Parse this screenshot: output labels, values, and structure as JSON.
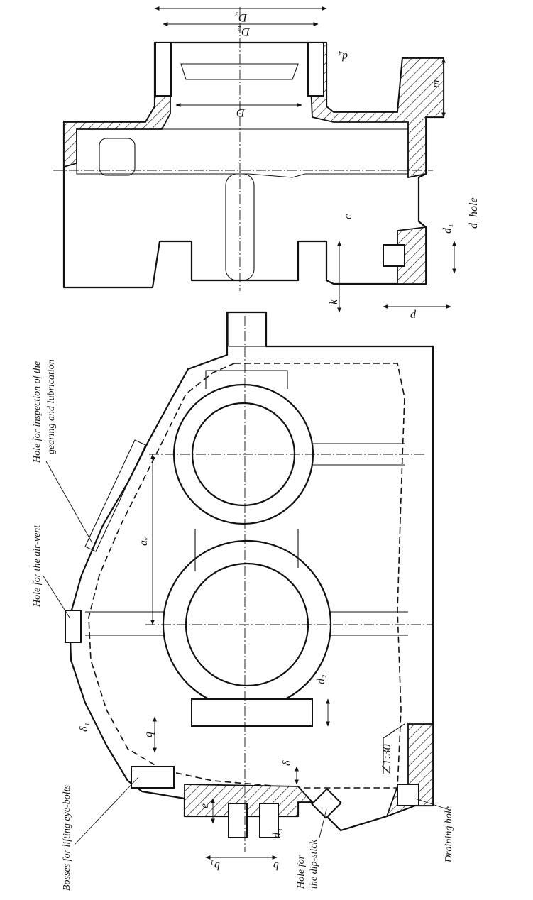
{
  "labels": {
    "D3": "D₃",
    "D2": "D₂",
    "D": "D",
    "d4": "d₄",
    "m": "m",
    "c": "c",
    "k": "k",
    "d": "d",
    "d1": "d₁",
    "d_hole": "d_hole",
    "aw": "aᵥ",
    "d2": "d₂",
    "q": "q",
    "delta": "δ",
    "delta1": "δ₁",
    "e": "e",
    "d3": "d₃",
    "b": "b",
    "b1": "b₁",
    "slope": "∠1:30"
  },
  "notes": {
    "inspection_line1": "Hole for inspection of the",
    "inspection_line2": "gearing and lubrication",
    "air_vent": "Hole for the air-vent",
    "eye_bolts": "Bosses for lifting eye-bolts",
    "dipstick_line1": "Hole for",
    "dipstick_line2": "the dip-stick",
    "draining": "Draining hole"
  }
}
